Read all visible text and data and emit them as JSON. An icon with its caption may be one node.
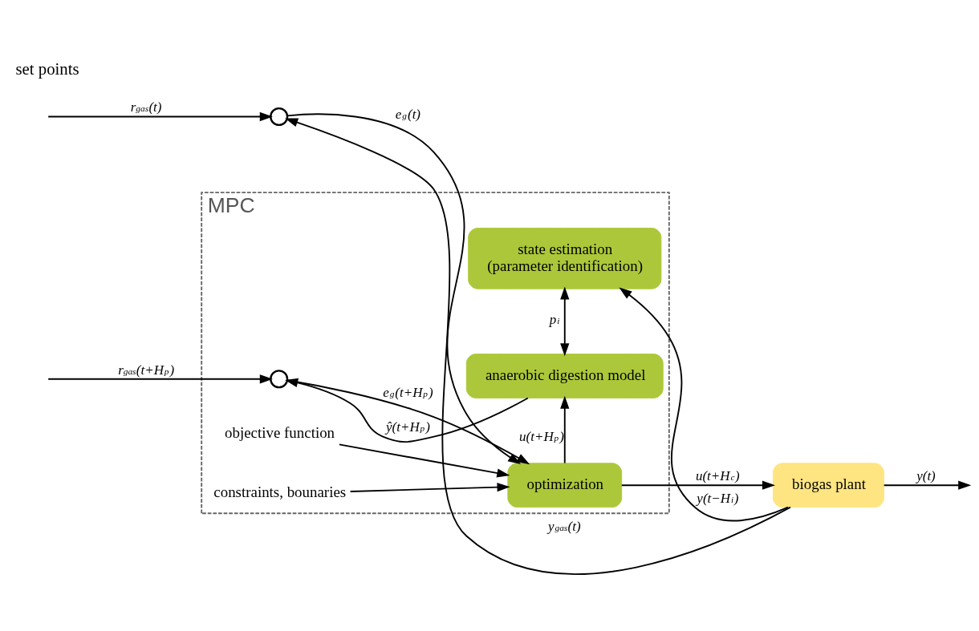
{
  "diagram": {
    "nodes": [
      {
        "text": [
          "MPC"
        ]
      },
      {
        "text": [
          "state estimation",
          "(parameter identification)"
        ],
        "in": 0
      },
      {
        "text": [
          "anaerobic digestion model"
        ],
        "in": 0
      },
      {
        "text": [
          "optimization"
        ],
        "in": 0
      },
      {
        "text": [],
        "shape": "circle",
        "in": 0
      },
      {
        "text": [],
        "shape": "circle"
      },
      {
        "text": [
          "biogas plant"
        ]
      },
      {
        "text": [
          "objective function"
        ],
        "in": 0
      },
      {
        "text": [
          "constraints, bounaries"
        ],
        "in": 0
      }
    ],
    "edges": [
      {
        "from": 1,
        "to": 2,
        "arrow": "both",
        "label": "p$_{i}$"
      },
      {
        "from": 6,
        "to": 1,
        "arrow": "to",
        "label": "y(t−H$_{i}$)"
      },
      {
        "from": 2,
        "to": 4,
        "arrow": "to",
        "label": "ŷ(t+H$_{p}$)"
      },
      {
        "from": null,
        "to": 4,
        "arrow": "to",
        "label": "r$_{gas}$(t+H$_{p}$)"
      },
      {
        "from": null,
        "to": 5,
        "arrow": "to",
        "label": "r$_{gas}$(t)"
      },
      {
        "from": 4,
        "to": 3,
        "arrow": "to",
        "label": "e$_{g}$(t+H$_{p}$)"
      },
      {
        "from": 5,
        "to": 3,
        "arrow": "to",
        "label": "e$_{g}$(t)"
      },
      {
        "from": 3,
        "to": 2,
        "arrow": "to",
        "label": "u(t+H$_{p}$)"
      },
      {
        "from": 3,
        "to": 6,
        "arrow": "to",
        "label": "u(t+H$_{c}$)"
      },
      {
        "from": 6,
        "to": null,
        "arrow": "to",
        "label": "y(t)"
      },
      {
        "from": 6,
        "to": 5,
        "arrow": "to",
        "label": "y$_{gas}$(t)"
      },
      {
        "from": 7,
        "to": 3,
        "arrow": "to"
      },
      {
        "from": 8,
        "to": 3,
        "arrow": "to"
      }
    ],
    "labels": [
      "set points"
    ]
  }
}
